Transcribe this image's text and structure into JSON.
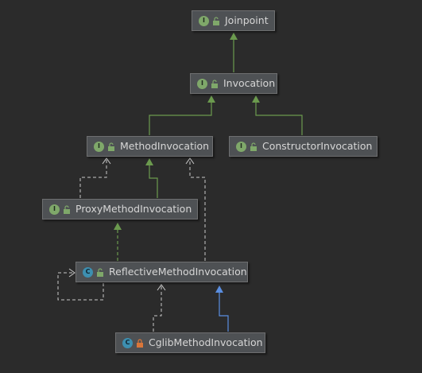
{
  "nodes": {
    "joinpoint": {
      "label": "Joinpoint",
      "kind": "I"
    },
    "invocation": {
      "label": "Invocation",
      "kind": "I"
    },
    "method_invocation": {
      "label": "MethodInvocation",
      "kind": "I"
    },
    "constructor_invocation": {
      "label": "ConstructorInvocation",
      "kind": "I"
    },
    "proxy_method_invocation": {
      "label": "ProxyMethodInvocation",
      "kind": "I"
    },
    "reflective_method_invocation": {
      "label": "ReflectiveMethodInvocation",
      "kind": "C"
    },
    "cglib_method_invocation": {
      "label": "CglibMethodInvocation",
      "kind": "C"
    }
  },
  "colors": {
    "background": "#2b2b2b",
    "extends_edge": "#6b9a4e",
    "implements_edge": "#6b9a4e",
    "class_extends_edge": "#5a8ee0",
    "dependency_edge": "#c9c9c9"
  }
}
